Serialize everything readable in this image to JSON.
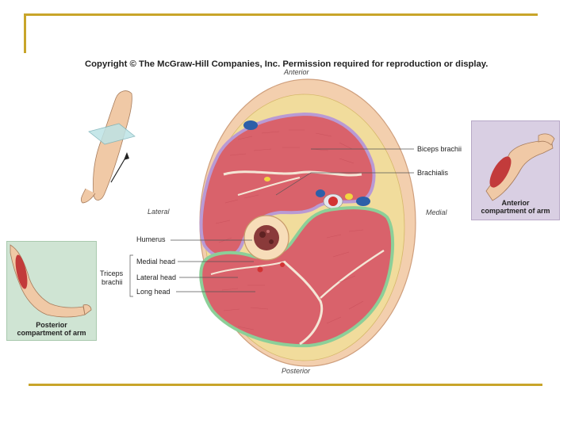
{
  "copyright": "Copyright © The McGraw-Hill Companies, Inc. Permission required for reproduction or display.",
  "orientation": {
    "anterior": "Anterior",
    "posterior": "Posterior",
    "lateral": "Lateral",
    "medial": "Medial"
  },
  "labels": {
    "biceps": "Biceps brachii",
    "brachialis": "Brachialis",
    "humerus": "Humerus",
    "triceps_line1": "Triceps",
    "triceps_line2": "brachii",
    "medial_head": "Medial head",
    "lateral_head": "Lateral head",
    "long_head": "Long head"
  },
  "insets": {
    "anterior_line1": "Anterior",
    "anterior_line2": "compartment of arm",
    "posterior_line1": "Posterior",
    "posterior_line2": "compartment of arm"
  },
  "colors": {
    "accent_rule": "#c8a52a",
    "anterior_boundary": "#b99ad4",
    "posterior_boundary": "#8ccf98",
    "muscle": "#d9626b",
    "fat": "#f1dc9c",
    "skin": "#f3cfae"
  }
}
